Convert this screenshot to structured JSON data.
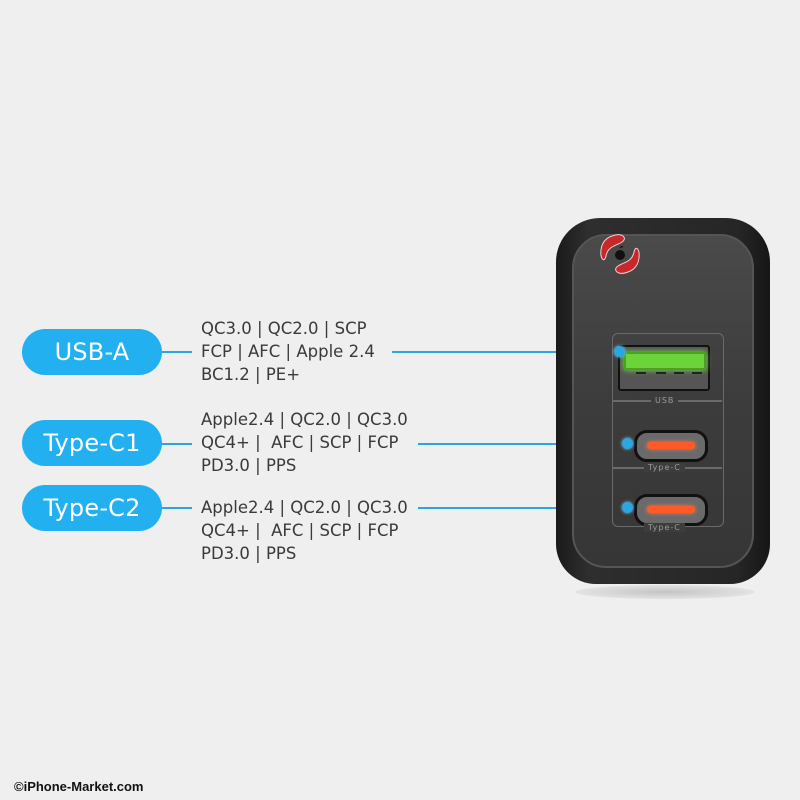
{
  "ports": [
    {
      "label": "USB-A",
      "protocols": [
        "QC3.0 | QC2.0 | SCP",
        "FCP | AFC | Apple 2.4",
        "BC1.2 | PE+"
      ]
    },
    {
      "label": "Type-C1",
      "protocols": [
        "Apple2.4 | QC2.0 | QC3.0",
        "QC4+ |  AFC | SCP | FCP",
        "PD3.0 | PPS"
      ]
    },
    {
      "label": "Type-C2",
      "protocols": [
        "Apple2.4 | QC2.0 | QC3.0",
        "QC4+ |  AFC | SCP | FCP",
        "PD3.0 | PPS"
      ]
    }
  ],
  "charger": {
    "port_labels": [
      "USB",
      "Type-C",
      "Type-C"
    ]
  },
  "colors": {
    "accent": "#22b0f0",
    "usb_green": "#6ad43a",
    "typec_orange": "#ff5a2a",
    "background": "#eeefee"
  },
  "watermark": "©iPhone-Market.com"
}
